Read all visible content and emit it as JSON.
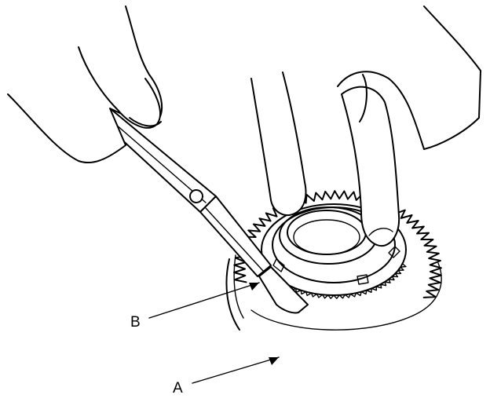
{
  "figure": {
    "callouts": [
      {
        "id": "A",
        "label": "A"
      },
      {
        "id": "B",
        "label": "B"
      }
    ]
  },
  "colors": {
    "ink": "#000000",
    "paper": "#ffffff"
  }
}
